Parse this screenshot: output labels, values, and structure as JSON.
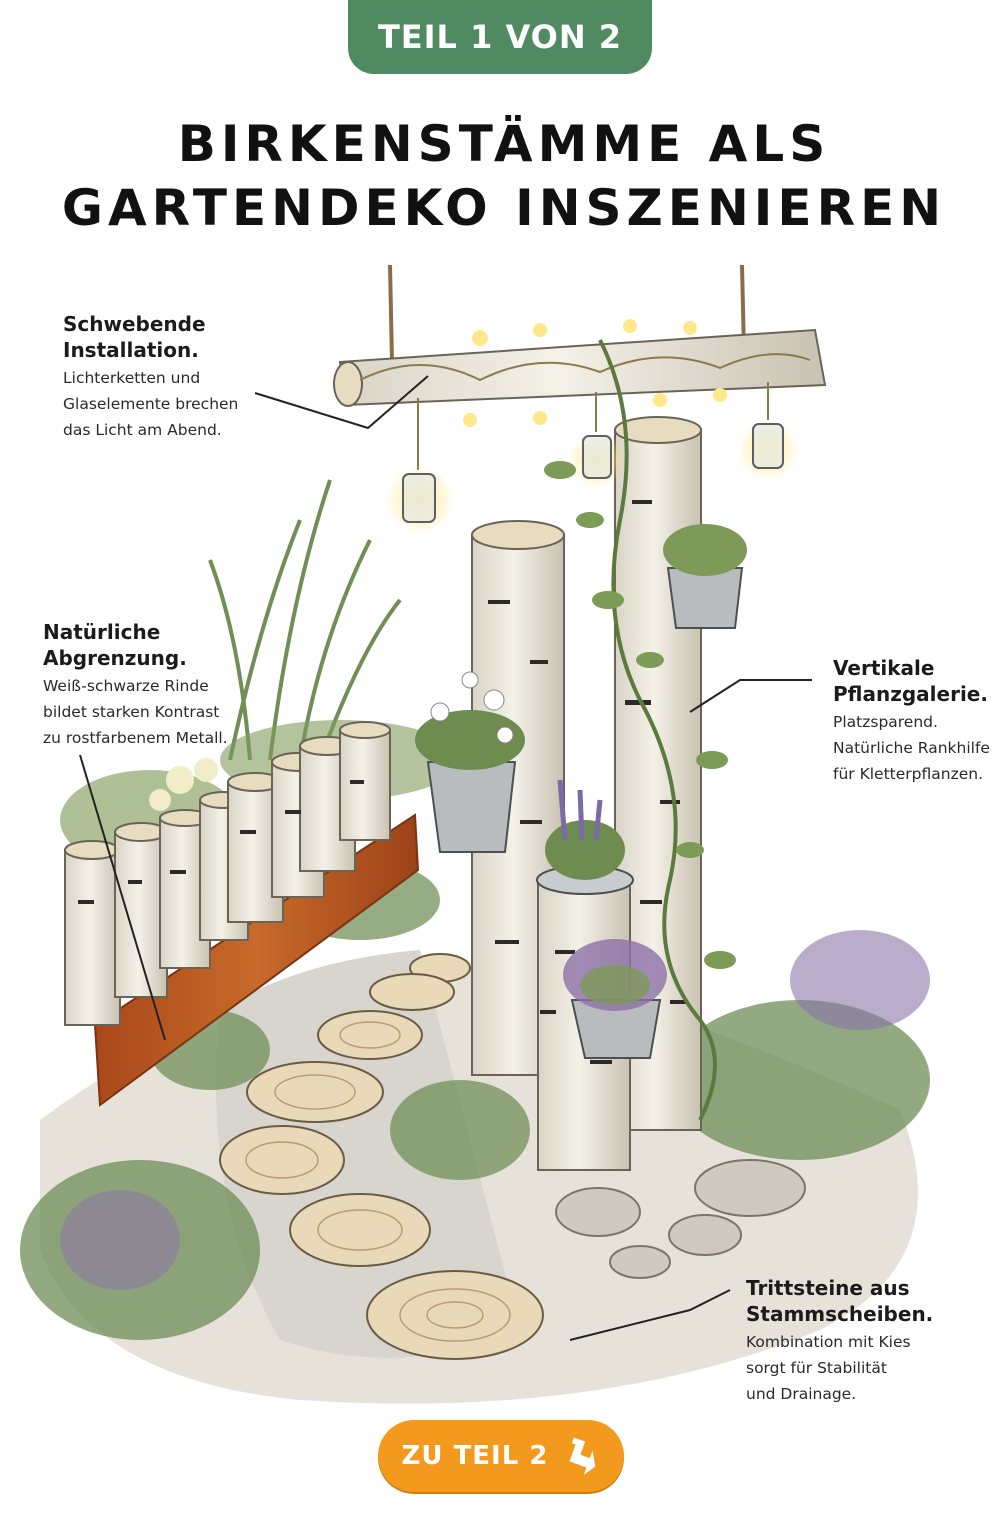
{
  "badge": {
    "label": "TEIL 1 VON 2"
  },
  "title": {
    "line1": "BIRKENSTÄMME ALS",
    "line2": "GARTENDEKO INSZENIEREN"
  },
  "annotations": {
    "installation": {
      "heading": "Schwebende Installation.",
      "lines": [
        "Lichterketten und",
        "Glaselemente brechen",
        "das Licht am Abend."
      ]
    },
    "abgrenzung": {
      "heading": "Natürliche Abgrenzung.",
      "lines": [
        "Weiß-schwarze Rinde",
        "bildet starken Kontrast",
        "zu rostfarbenem Metall."
      ]
    },
    "galerie": {
      "heading_lines": [
        "Vertikale",
        "Pflanzgalerie."
      ],
      "lines": [
        "Platzsparend.",
        "Natürliche Rankhilfe",
        "für Kletterpflanzen."
      ]
    },
    "trittsteine": {
      "heading_lines": [
        "Trittsteine aus",
        "Stammscheiben."
      ],
      "lines": [
        "Kombination mit Kies",
        "sorgt für Stabilität",
        "und Drainage."
      ]
    }
  },
  "cta": {
    "label": "ZU TEIL 2",
    "icon": "arrow-down-right-icon"
  },
  "colors": {
    "badge": "#4f8a61",
    "cta": "#f39a1e",
    "rust": "#b5561f",
    "birch": "#eeeae0"
  }
}
